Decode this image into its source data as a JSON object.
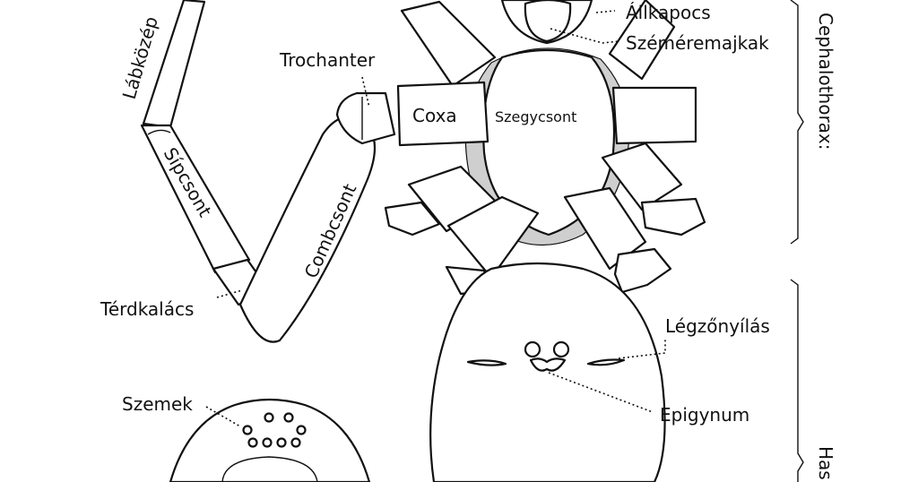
{
  "labels": {
    "allkapocs": "Állkapocs",
    "szeremajkak": "Széméremajkak",
    "cephalothorax": "Cephalothorax:",
    "trochanter": "Trochanter",
    "labkozep": "Lábközép",
    "coxa": "Coxa",
    "szegycsont": "Szegycsont",
    "sipcsont": "Sípcsont",
    "combcsont": "Combcsont",
    "terdkalacs": "Térdkalács",
    "legzonyilas": "Légzőnyílás",
    "epigynum": "Epigynum",
    "szemek": "Szemek",
    "has": "Has"
  },
  "colors": {
    "ink": "#111111",
    "background": "#ffffff",
    "hatch": "#cfcfcf"
  }
}
